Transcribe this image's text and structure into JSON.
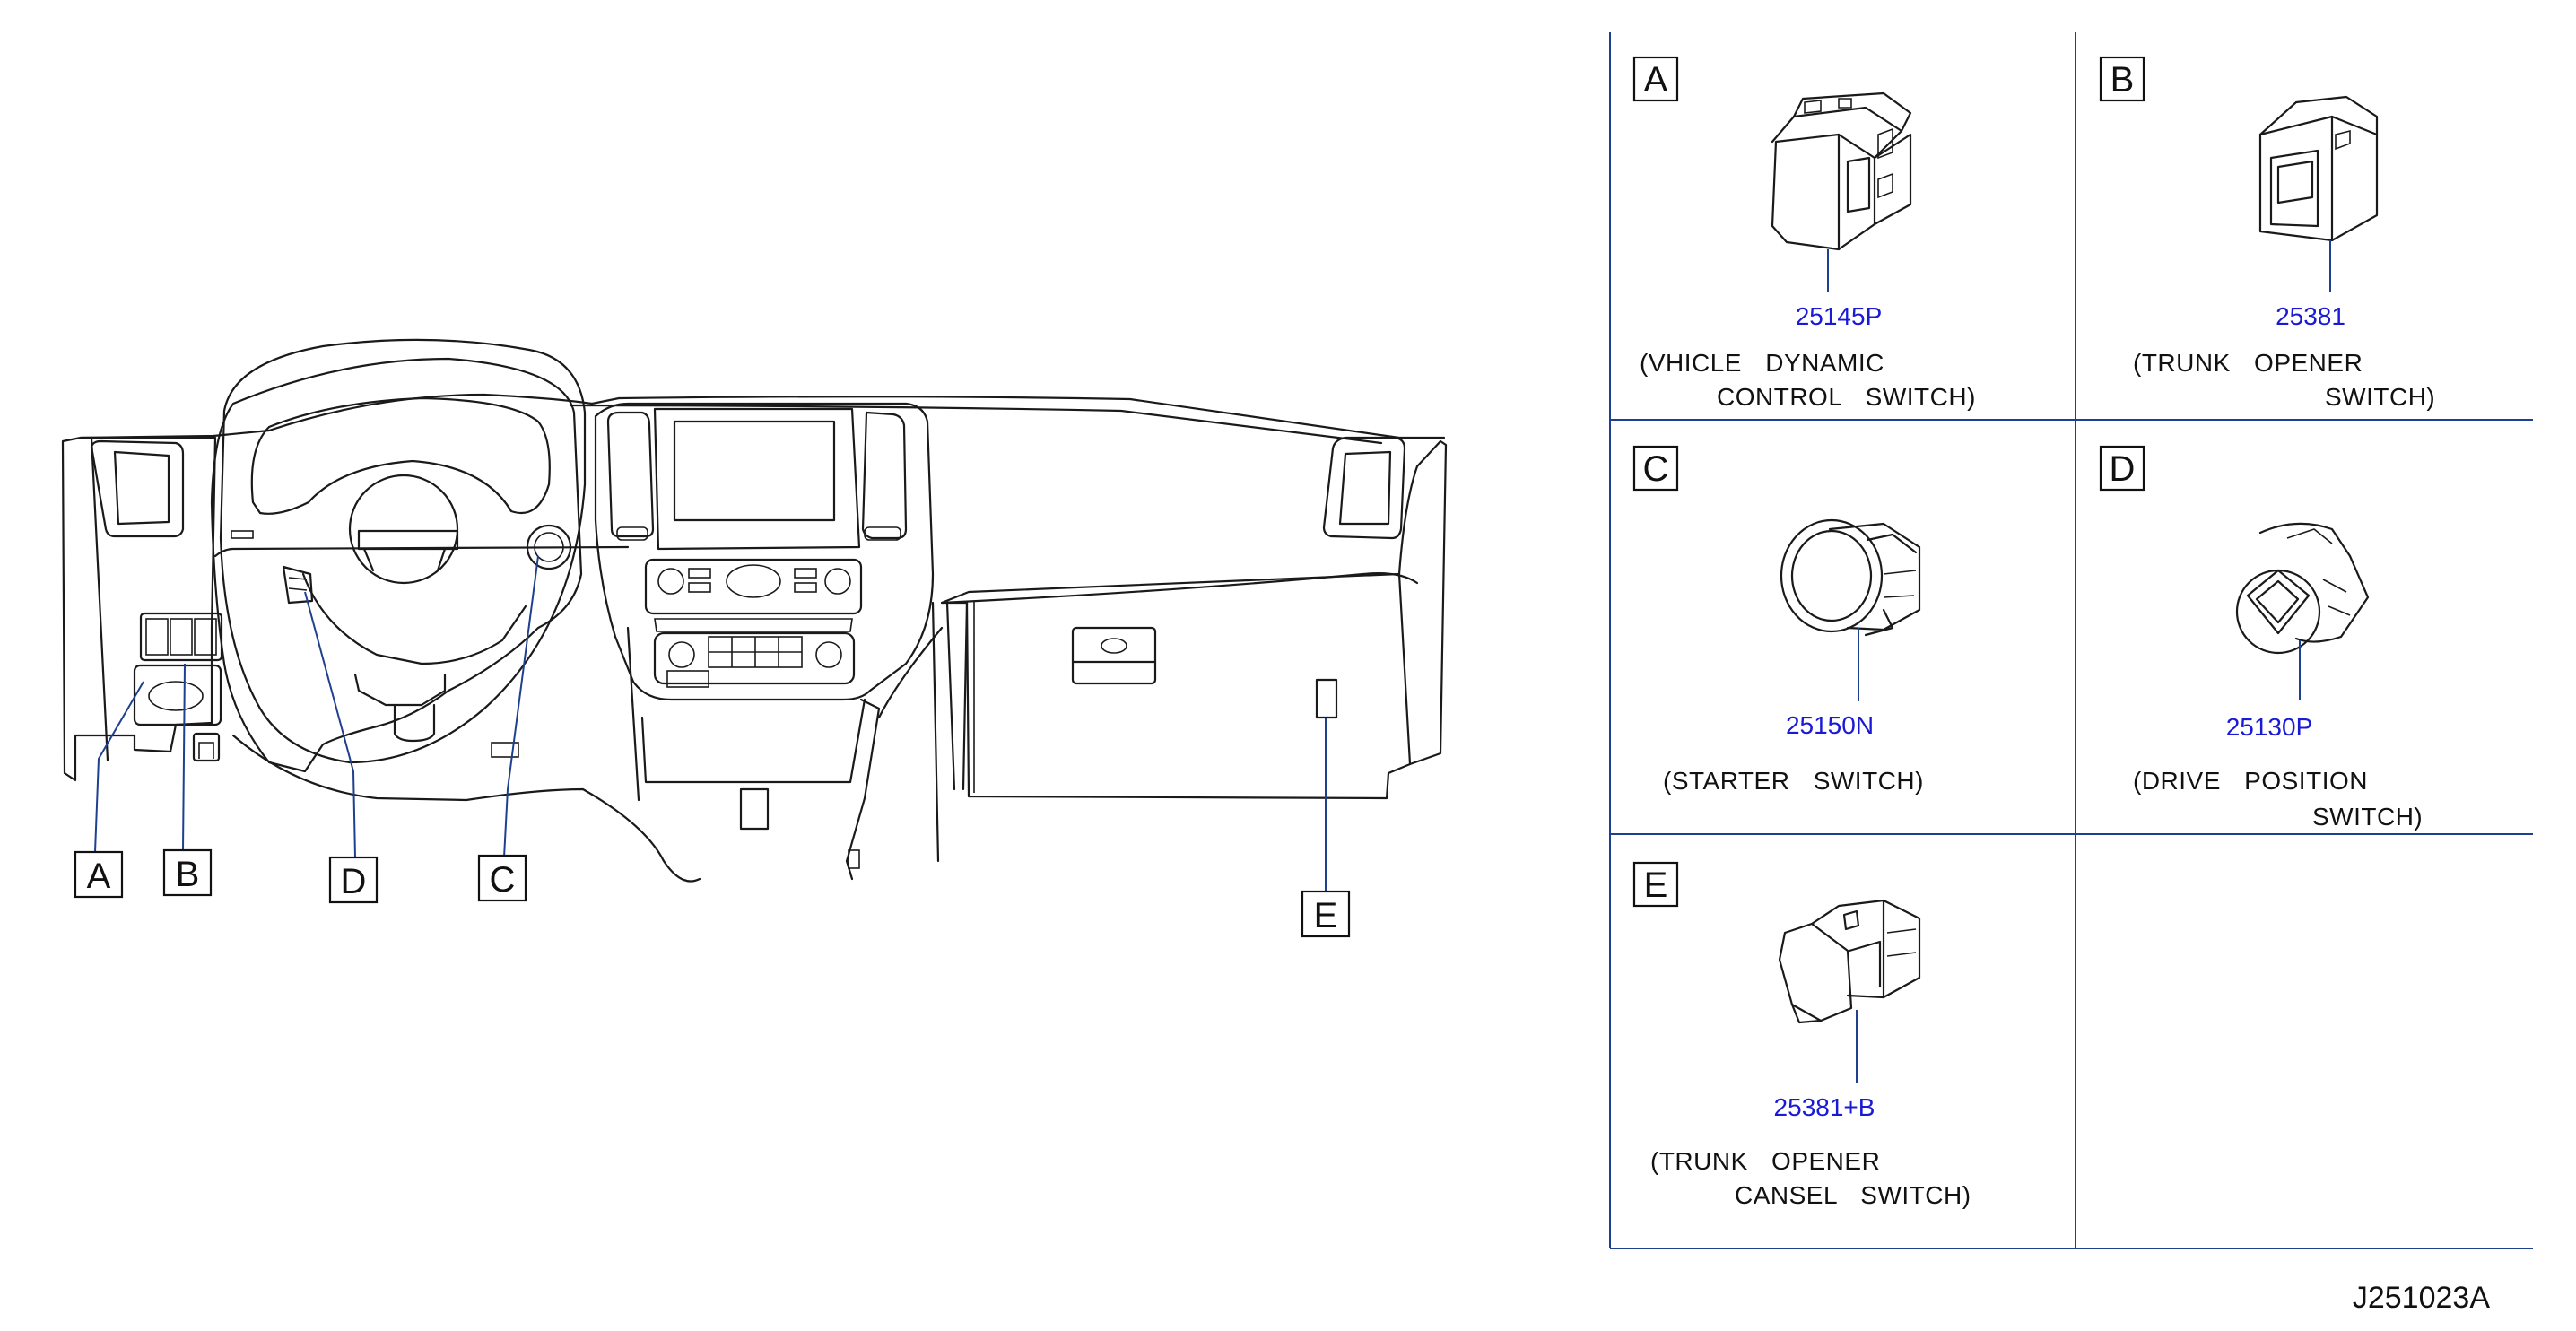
{
  "callouts": [
    {
      "letter": "A"
    },
    {
      "letter": "B"
    },
    {
      "letter": "D"
    },
    {
      "letter": "C"
    },
    {
      "letter": "E"
    }
  ],
  "panels": [
    {
      "letter": "A",
      "part_number": "25145P",
      "caption_line1": "(VHICLE DYNAMIC",
      "caption_line2": "CONTROL SWITCH)"
    },
    {
      "letter": "B",
      "part_number": "25381",
      "caption_line1": "(TRUNK OPENER",
      "caption_line2": "SWITCH)"
    },
    {
      "letter": "C",
      "part_number": "25150N",
      "caption_line1": "(STARTER SWITCH)",
      "caption_line2": ""
    },
    {
      "letter": "D",
      "part_number": "25130P",
      "caption_line1": "(DRIVE POSITION",
      "caption_line2": "SWITCH)"
    },
    {
      "letter": "E",
      "part_number": "25381+B",
      "caption_line1": "(TRUNK OPENER",
      "caption_line2": "CANSEL SWITCH)"
    }
  ],
  "figure_id": "J251023A",
  "colors": {
    "part_number": "#1a1ad6",
    "grid_lines": "#1f3f8f",
    "line_art": "#1a1a1a"
  }
}
